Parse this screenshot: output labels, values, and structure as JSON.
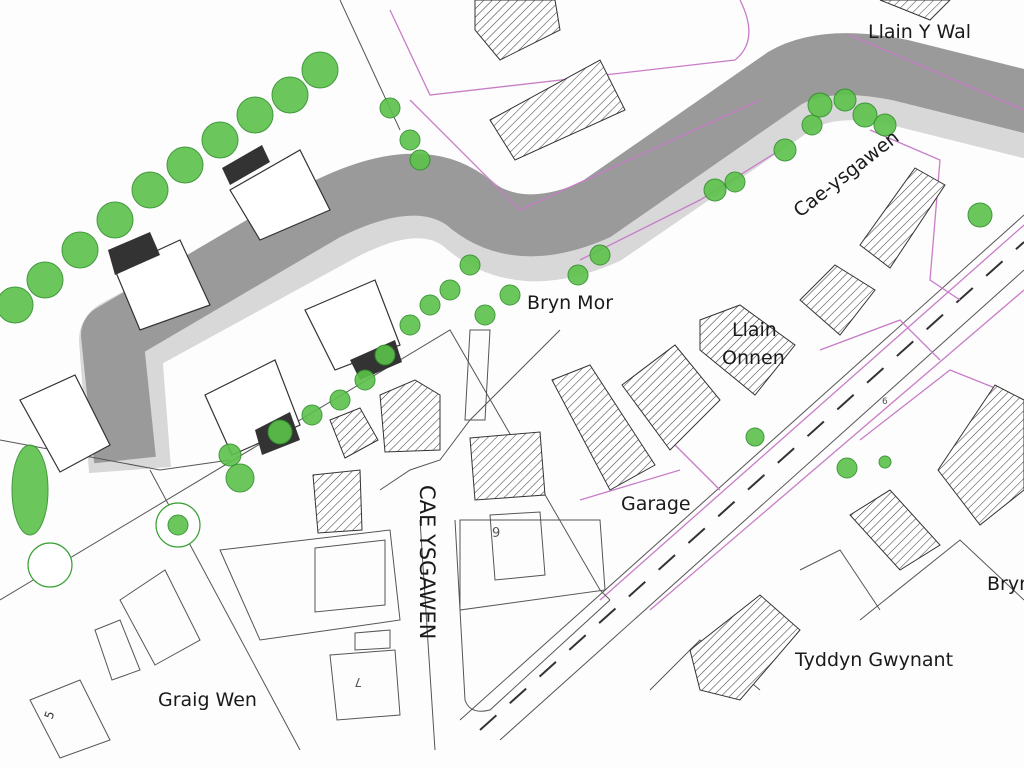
{
  "map": {
    "labels": {
      "llain_y_wal": "Llain Y Wal",
      "cae_ysgawen_plot": "Cae-ysgawen",
      "bryn_mor": "Bryn Mor",
      "llain_onnen_1": "Llain",
      "llain_onnen_2": "Onnen",
      "garage": "Garage",
      "cae_ysgawen_road": "CAE YSGAWEN",
      "graig_wen": "Graig Wen",
      "tyddyn_gwynant": "Tyddyn Gwynant",
      "bryn_cut": "Bryn"
    },
    "plot_numbers": {
      "nine": "9",
      "seven": "7",
      "five": "5",
      "six": "6"
    },
    "colors": {
      "road": "#9a9a9a",
      "curb": "#d6d6d6",
      "trees": "#5cc24a",
      "boundaries": "#c77dc7",
      "lines": "#555555"
    }
  }
}
